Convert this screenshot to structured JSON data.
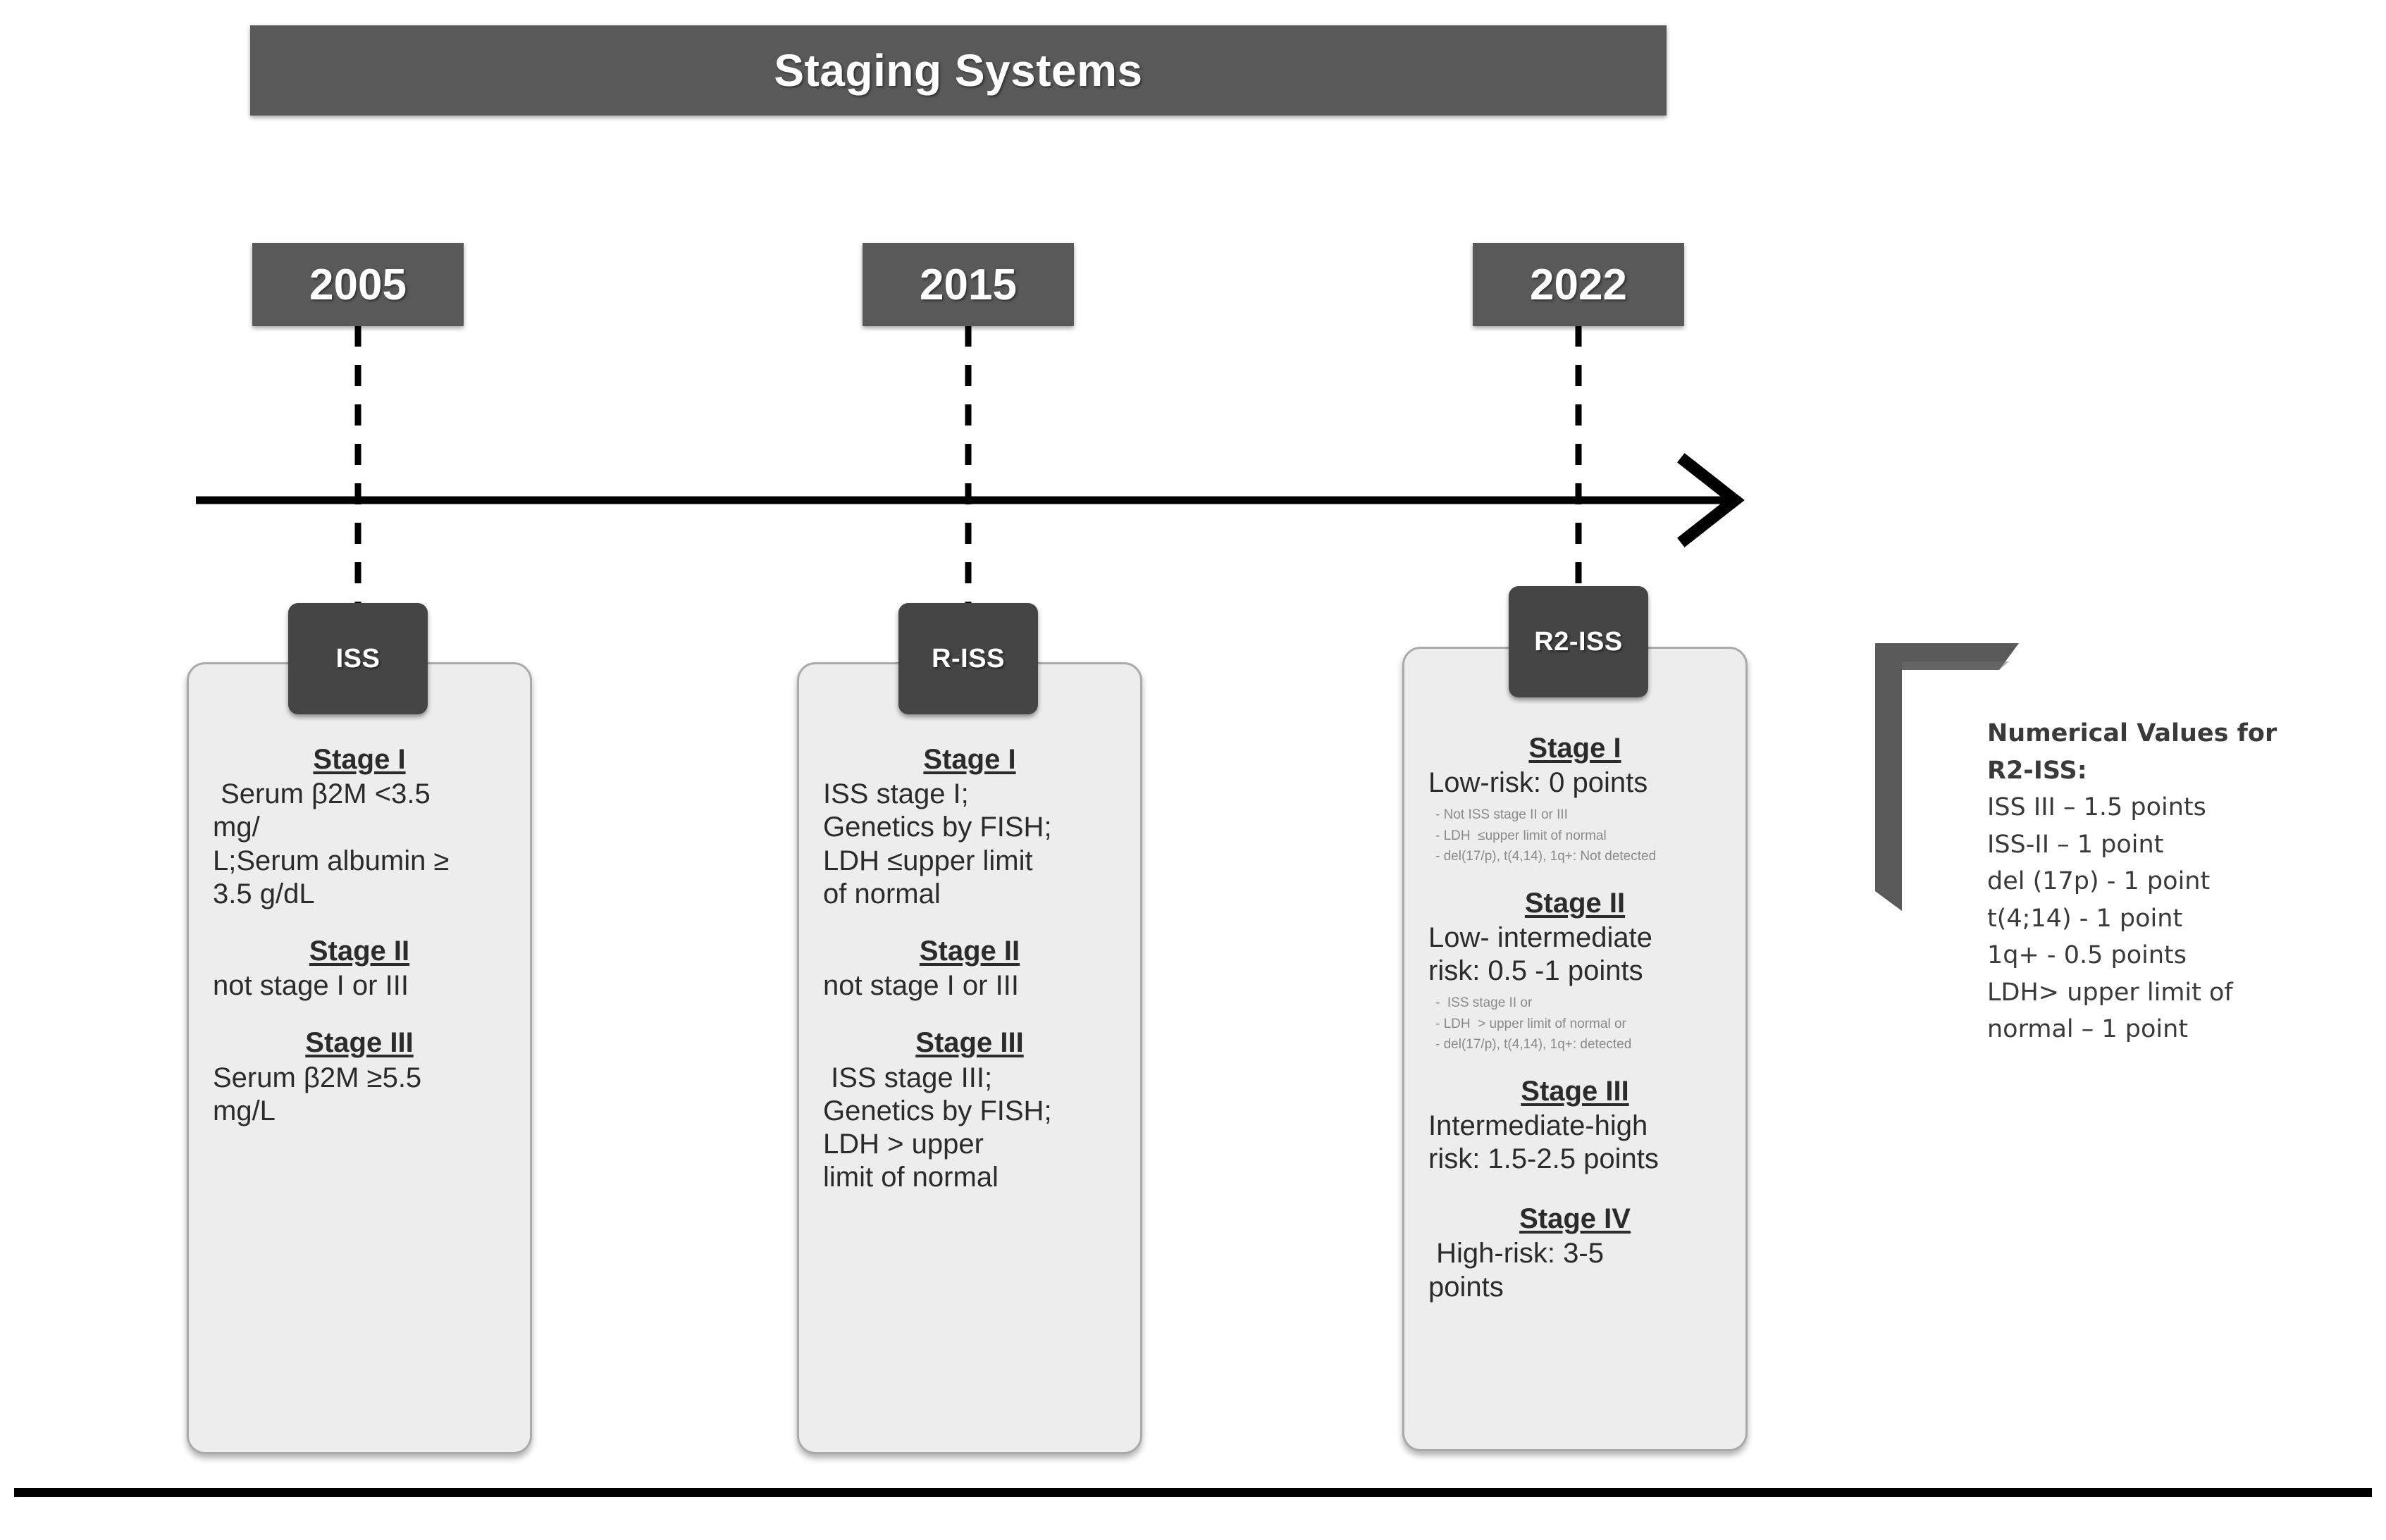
{
  "header": {
    "title": "Staging Systems"
  },
  "timeline": {
    "years": [
      {
        "label": "2005"
      },
      {
        "label": "2015"
      },
      {
        "label": "2022"
      }
    ]
  },
  "panels": [
    {
      "chip_label": "ISS",
      "stages": [
        {
          "head": "Stage I",
          "lines": [
            " Serum β2M <3.5",
            "mg/",
            "L;Serum albumin ≥",
            "3.5 g/dL"
          ],
          "subs": []
        },
        {
          "head": "Stage II",
          "lines": [
            "not stage I or III"
          ],
          "subs": []
        },
        {
          "head": "Stage III ",
          "lines": [
            "Serum β2M ≥5.5",
            "mg/L"
          ],
          "subs": []
        }
      ]
    },
    {
      "chip_label": "R-ISS",
      "stages": [
        {
          "head": "Stage I",
          "lines": [
            "ISS stage I;",
            "Genetics by FISH;",
            "LDH ≤upper limit",
            "of normal"
          ],
          "subs": []
        },
        {
          "head": "Stage II",
          "lines": [
            "not stage I or III"
          ],
          "subs": []
        },
        {
          "head": "Stage III ",
          "lines": [
            " ISS stage III;",
            "Genetics by FISH;",
            "LDH > upper",
            "limit of normal"
          ],
          "subs": []
        }
      ]
    },
    {
      "chip_label": "R2-ISS",
      "stages": [
        {
          "head": "Stage I",
          "lines": [
            "Low-risk: 0 points"
          ],
          "subs": [
            "- Not ISS stage II or III",
            "- LDH  ≤upper limit of normal",
            "- del(17/p), t(4,14), 1q+: Not detected"
          ]
        },
        {
          "head": "Stage II",
          "lines": [
            "Low- intermediate",
            "risk: 0.5 -1 points"
          ],
          "subs": [
            "-  ISS stage II or",
            "- LDH  > upper limit of normal or",
            "- del(17/p), t(4,14), 1q+: detected"
          ]
        },
        {
          "head": "Stage III ",
          "lines": [
            "Intermediate-high",
            "risk: 1.5-2.5 points"
          ],
          "subs": []
        },
        {
          "head": "Stage IV",
          "lines": [
            " High-risk: 3-5",
            "points"
          ],
          "subs": []
        }
      ]
    }
  ],
  "legend": {
    "title_line1": "Numerical Values for",
    "title_line2": "R2-ISS:",
    "lines": [
      "ISS III – 1.5 points",
      "ISS-II – 1 point",
      "del (17p) - 1 point",
      "t(4;14) - 1 point",
      "1q+ - 0.5 points",
      "LDH> upper limit of",
      "normal – 1 point"
    ]
  },
  "colors": {
    "banner": "#595959",
    "chip": "#454545",
    "panel_fill": "#ededed",
    "panel_border": "#aaaaaa",
    "rule": "#000000"
  }
}
